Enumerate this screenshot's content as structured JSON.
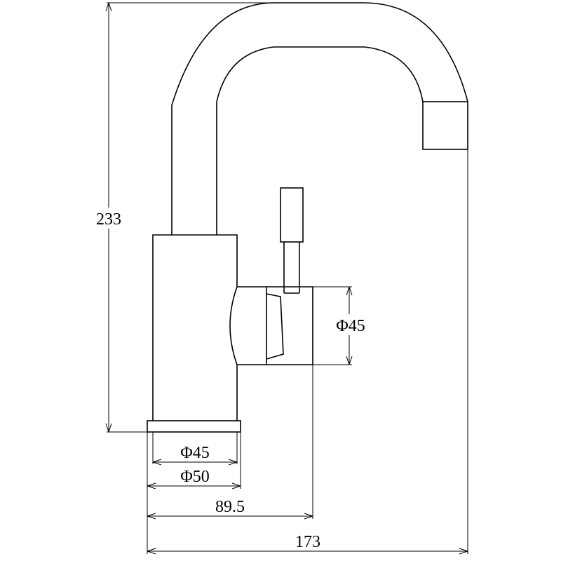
{
  "diagram": {
    "type": "technical-drawing",
    "subject": "single-lever basin faucet",
    "units": "mm",
    "line_color": "#000000",
    "background": "#ffffff"
  },
  "dimensions": {
    "total_height": "233",
    "handle_diameter": "Φ45",
    "base_diameter": "Φ45",
    "base_ring_diameter": "Φ50",
    "handle_reach": "89.5",
    "spout_reach": "173"
  }
}
